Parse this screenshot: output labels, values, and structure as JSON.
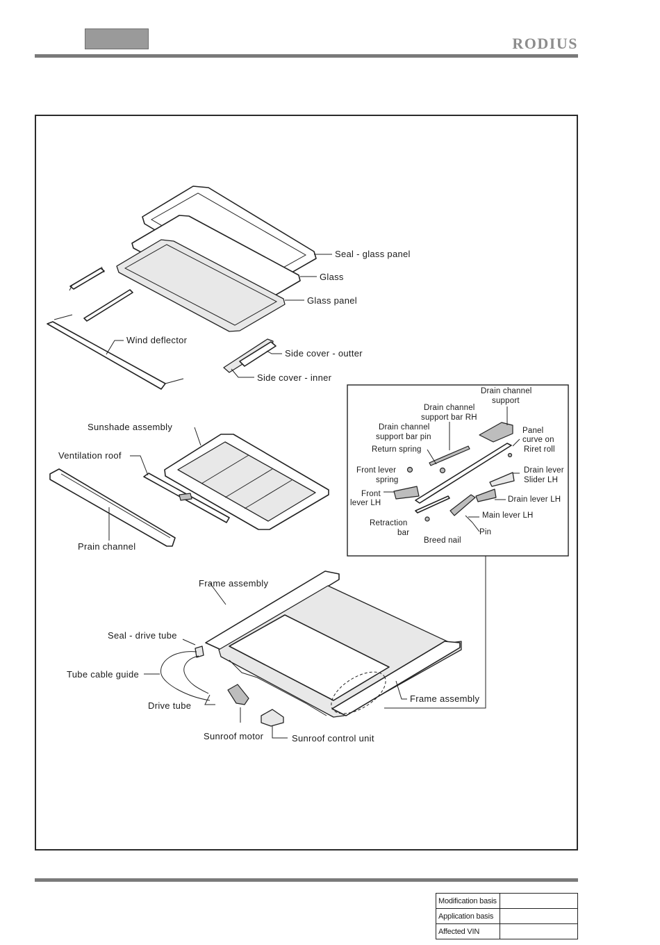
{
  "header": {
    "brand": "RODIUS"
  },
  "diagram": {
    "labels": {
      "seal_glass_panel": "Seal - glass panel",
      "glass": "Glass",
      "glass_panel": "Glass panel",
      "wind_deflector": "Wind deflector",
      "side_cover_outter": "Side cover - outter",
      "side_cover_inner": "Side cover - inner",
      "sunshade_assembly": "Sunshade assembly",
      "ventilation_roof": "Ventilation roof",
      "prain_channel": "Prain channel",
      "frame_assembly_top": "Frame assembly",
      "frame_assembly_right": "Frame assembly",
      "seal_drive_tube": "Seal - drive tube",
      "tube_cable_guide": "Tube cable guide",
      "drive_tube": "Drive tube",
      "sunroof_motor": "Sunroof motor",
      "sunroof_control_unit": "Sunroof control unit"
    },
    "detail": {
      "drain_channel_support_1": "Drain channel",
      "drain_channel_support_2": "support",
      "drain_channel_support_bar_rh_1": "Drain channel",
      "drain_channel_support_bar_rh_2": "support bar RH",
      "drain_channel_support_bar_pin_1": "Drain channel",
      "drain_channel_support_bar_pin_2": "support bar pin",
      "return_spring": "Return spring",
      "panel_curve_on_1": "Panel",
      "panel_curve_on_2": "curve on",
      "riret_roll": "Riret roll",
      "front_lever_spring_1": "Front lever",
      "front_lever_spring_2": "spring",
      "drain_lever_slider_lh_1": "Drain lever",
      "drain_lever_slider_lh_2": "Slider LH",
      "front_lever_lh_1": "Front",
      "front_lever_lh_2": "lever LH",
      "drain_lever_lh": "Drain lever LH",
      "main_lever_lh": "Main lever LH",
      "retraction_bar_1": "Retraction",
      "retraction_bar_2": "bar",
      "breed_nail": "Breed nail",
      "pin": "Pin"
    }
  },
  "modification_table": {
    "rows": [
      {
        "label": "Modification basis",
        "value": ""
      },
      {
        "label": "Application basis",
        "value": ""
      },
      {
        "label": "Affected VIN",
        "value": ""
      }
    ]
  }
}
